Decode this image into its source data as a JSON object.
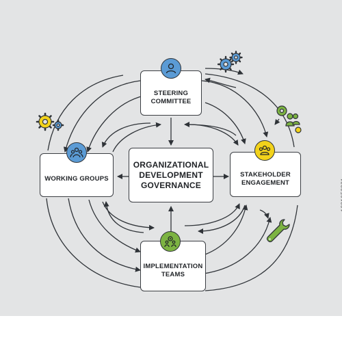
{
  "nodes": {
    "center": {
      "line1": "ORGANIZATIONAL",
      "line2": "DEVELOPMENT",
      "line3": "GOVERNANCE"
    },
    "steering": {
      "line1": "STEERING",
      "line2": "COMMITTEE",
      "icon": "person-icon",
      "color": "#5b9bd5"
    },
    "working": {
      "line1": "WORKING GROUPS",
      "icon": "team-icon",
      "color": "#5b9bd5"
    },
    "stakeholder": {
      "line1": "STAKEHOLDER",
      "line2": "ENGAGEMENT",
      "icon": "group-icon",
      "color": "#f2d21b"
    },
    "implementation": {
      "line1": "IMPLEMENTATION",
      "line2": "TEAMS",
      "icon": "gear-team-icon",
      "color": "#7cb342"
    }
  },
  "decorations": [
    "blue-gears-icon",
    "yellow-gears-icon",
    "green-people-gears-icon",
    "wrench-icon"
  ],
  "footer": {
    "id": "1881053281"
  }
}
